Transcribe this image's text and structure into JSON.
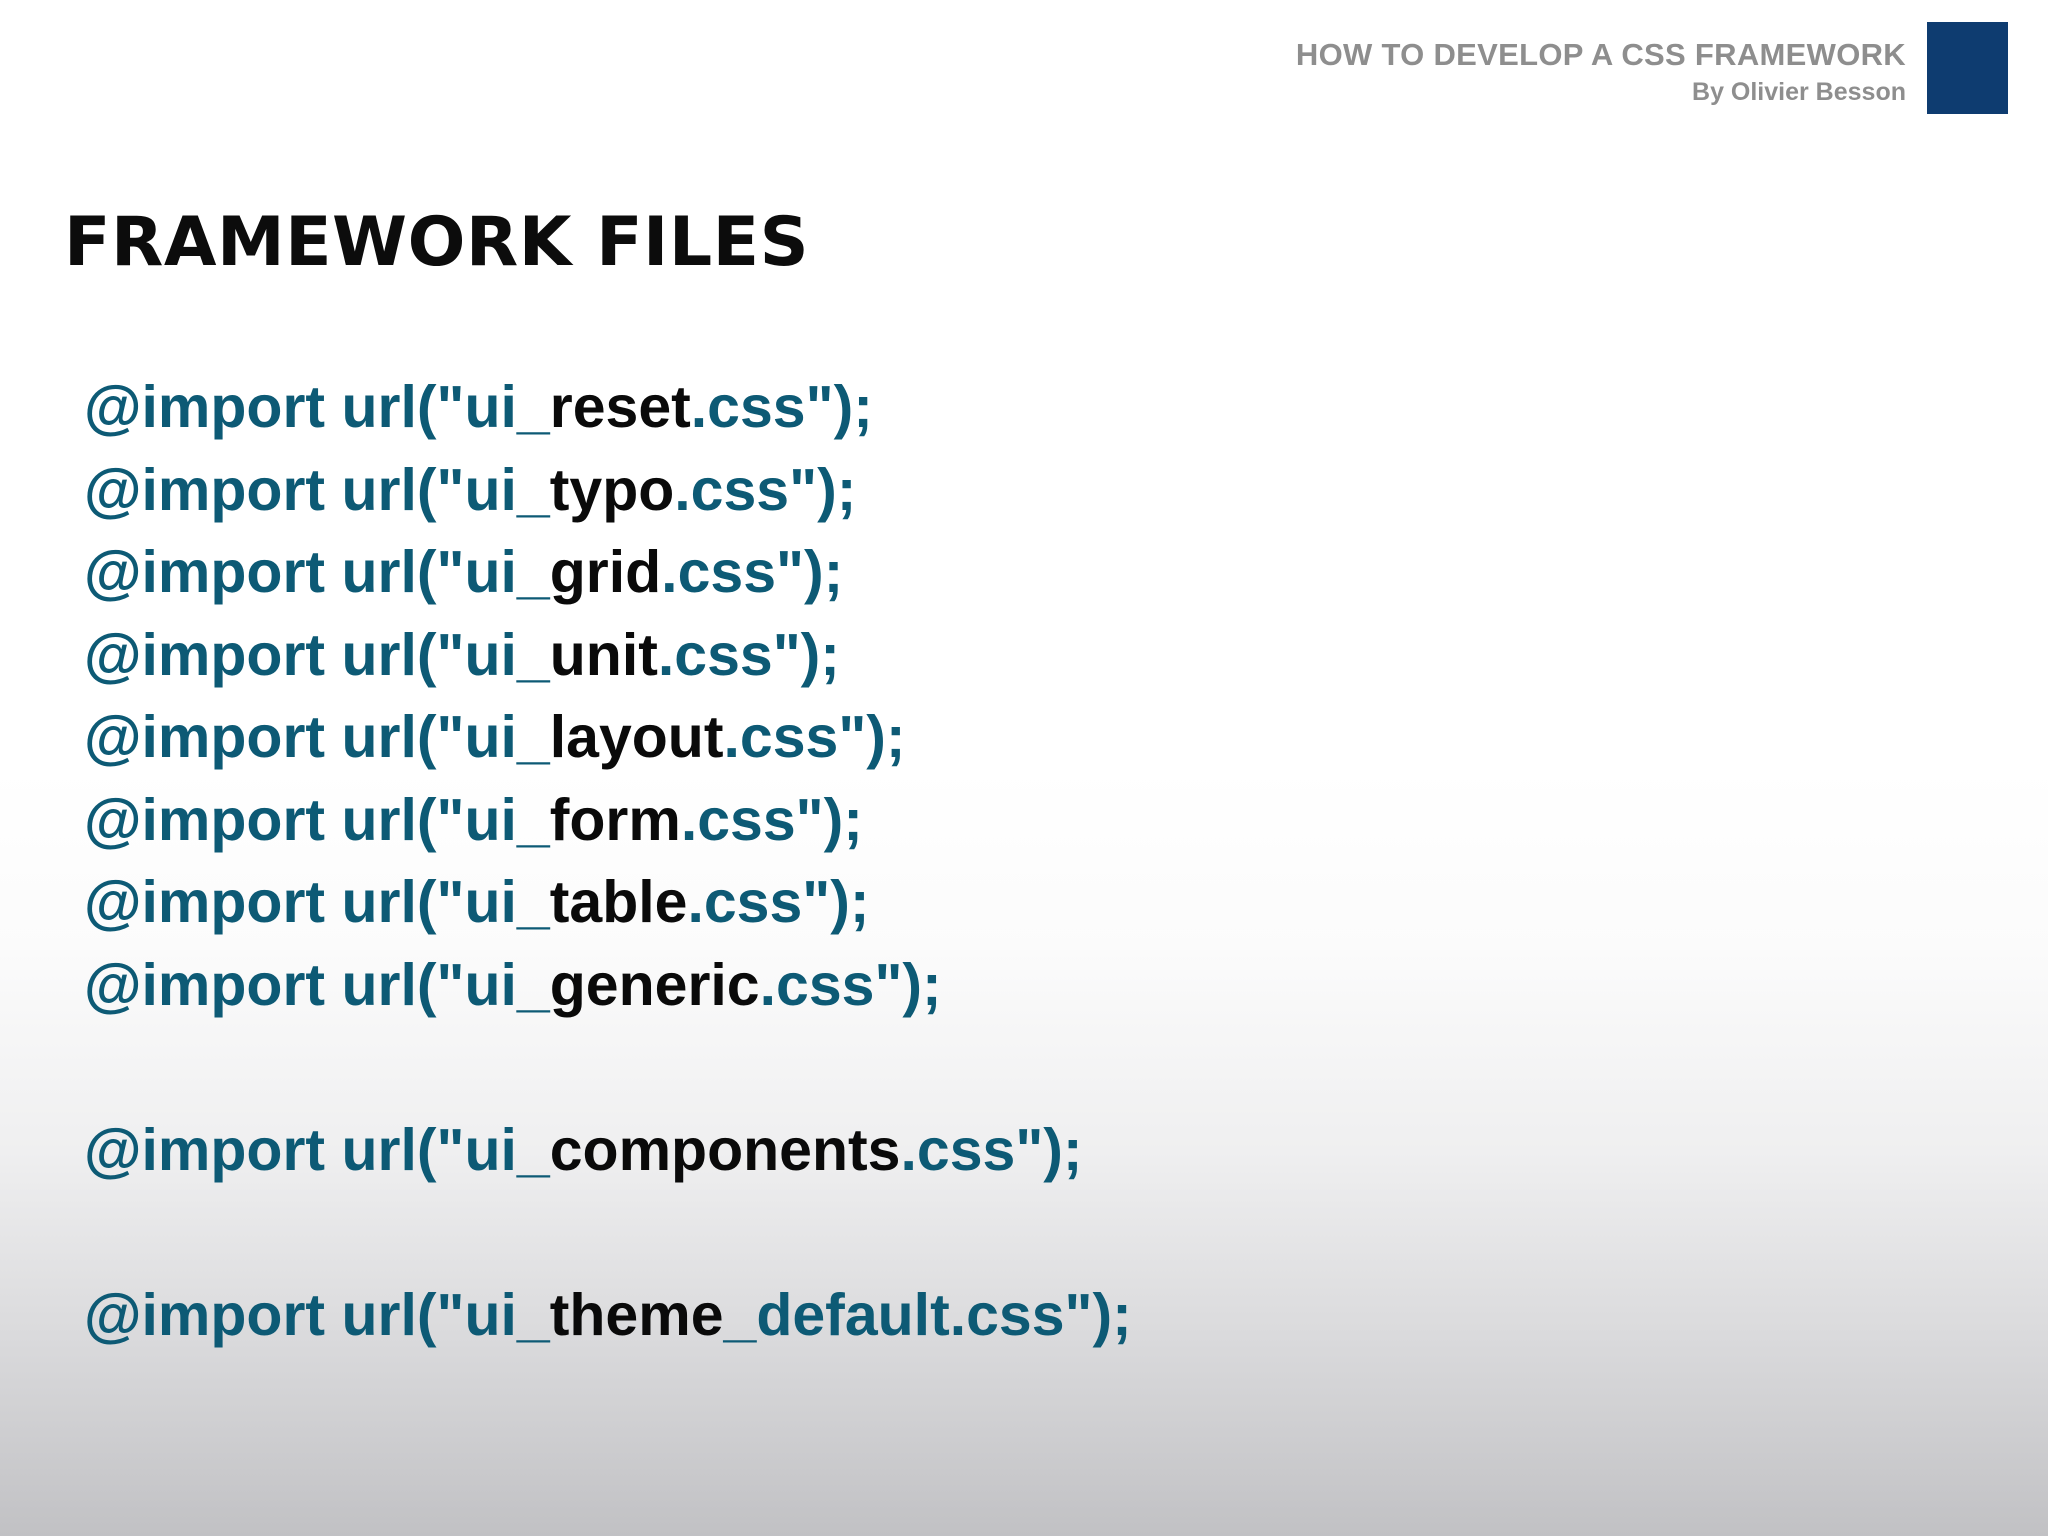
{
  "header": {
    "title": "HOW TO DEVELOP A CSS FRAMEWORK",
    "author": "By Olivier Besson",
    "accent_color": "#0e3c70"
  },
  "slide": {
    "title": "FRAMEWORK FILES"
  },
  "colors": {
    "code": "#0d5a75",
    "filename": "#0a0a0a"
  },
  "imports": [
    {
      "prefix": "@import url(\"ui_",
      "name": "reset",
      "suffix": ".css\");"
    },
    {
      "prefix": "@import url(\"ui_",
      "name": "typo",
      "suffix": ".css\");"
    },
    {
      "prefix": "@import url(\"ui_",
      "name": "grid",
      "suffix": ".css\");"
    },
    {
      "prefix": "@import url(\"ui_",
      "name": "unit",
      "suffix": ".css\");"
    },
    {
      "prefix": "@import url(\"ui_",
      "name": "layout",
      "suffix": ".css\");"
    },
    {
      "prefix": "@import url(\"ui_",
      "name": "form",
      "suffix": ".css\");"
    },
    {
      "prefix": "@import url(\"ui_",
      "name": "table",
      "suffix": ".css\");"
    },
    {
      "prefix": "@import url(\"ui_",
      "name": "generic",
      "suffix": ".css\");"
    },
    {
      "prefix": "@import url(\"ui_",
      "name": "components",
      "suffix": ".css\");"
    },
    {
      "prefix": "@import url(\"ui_",
      "name": "theme",
      "suffix": "_default.css\");"
    }
  ]
}
